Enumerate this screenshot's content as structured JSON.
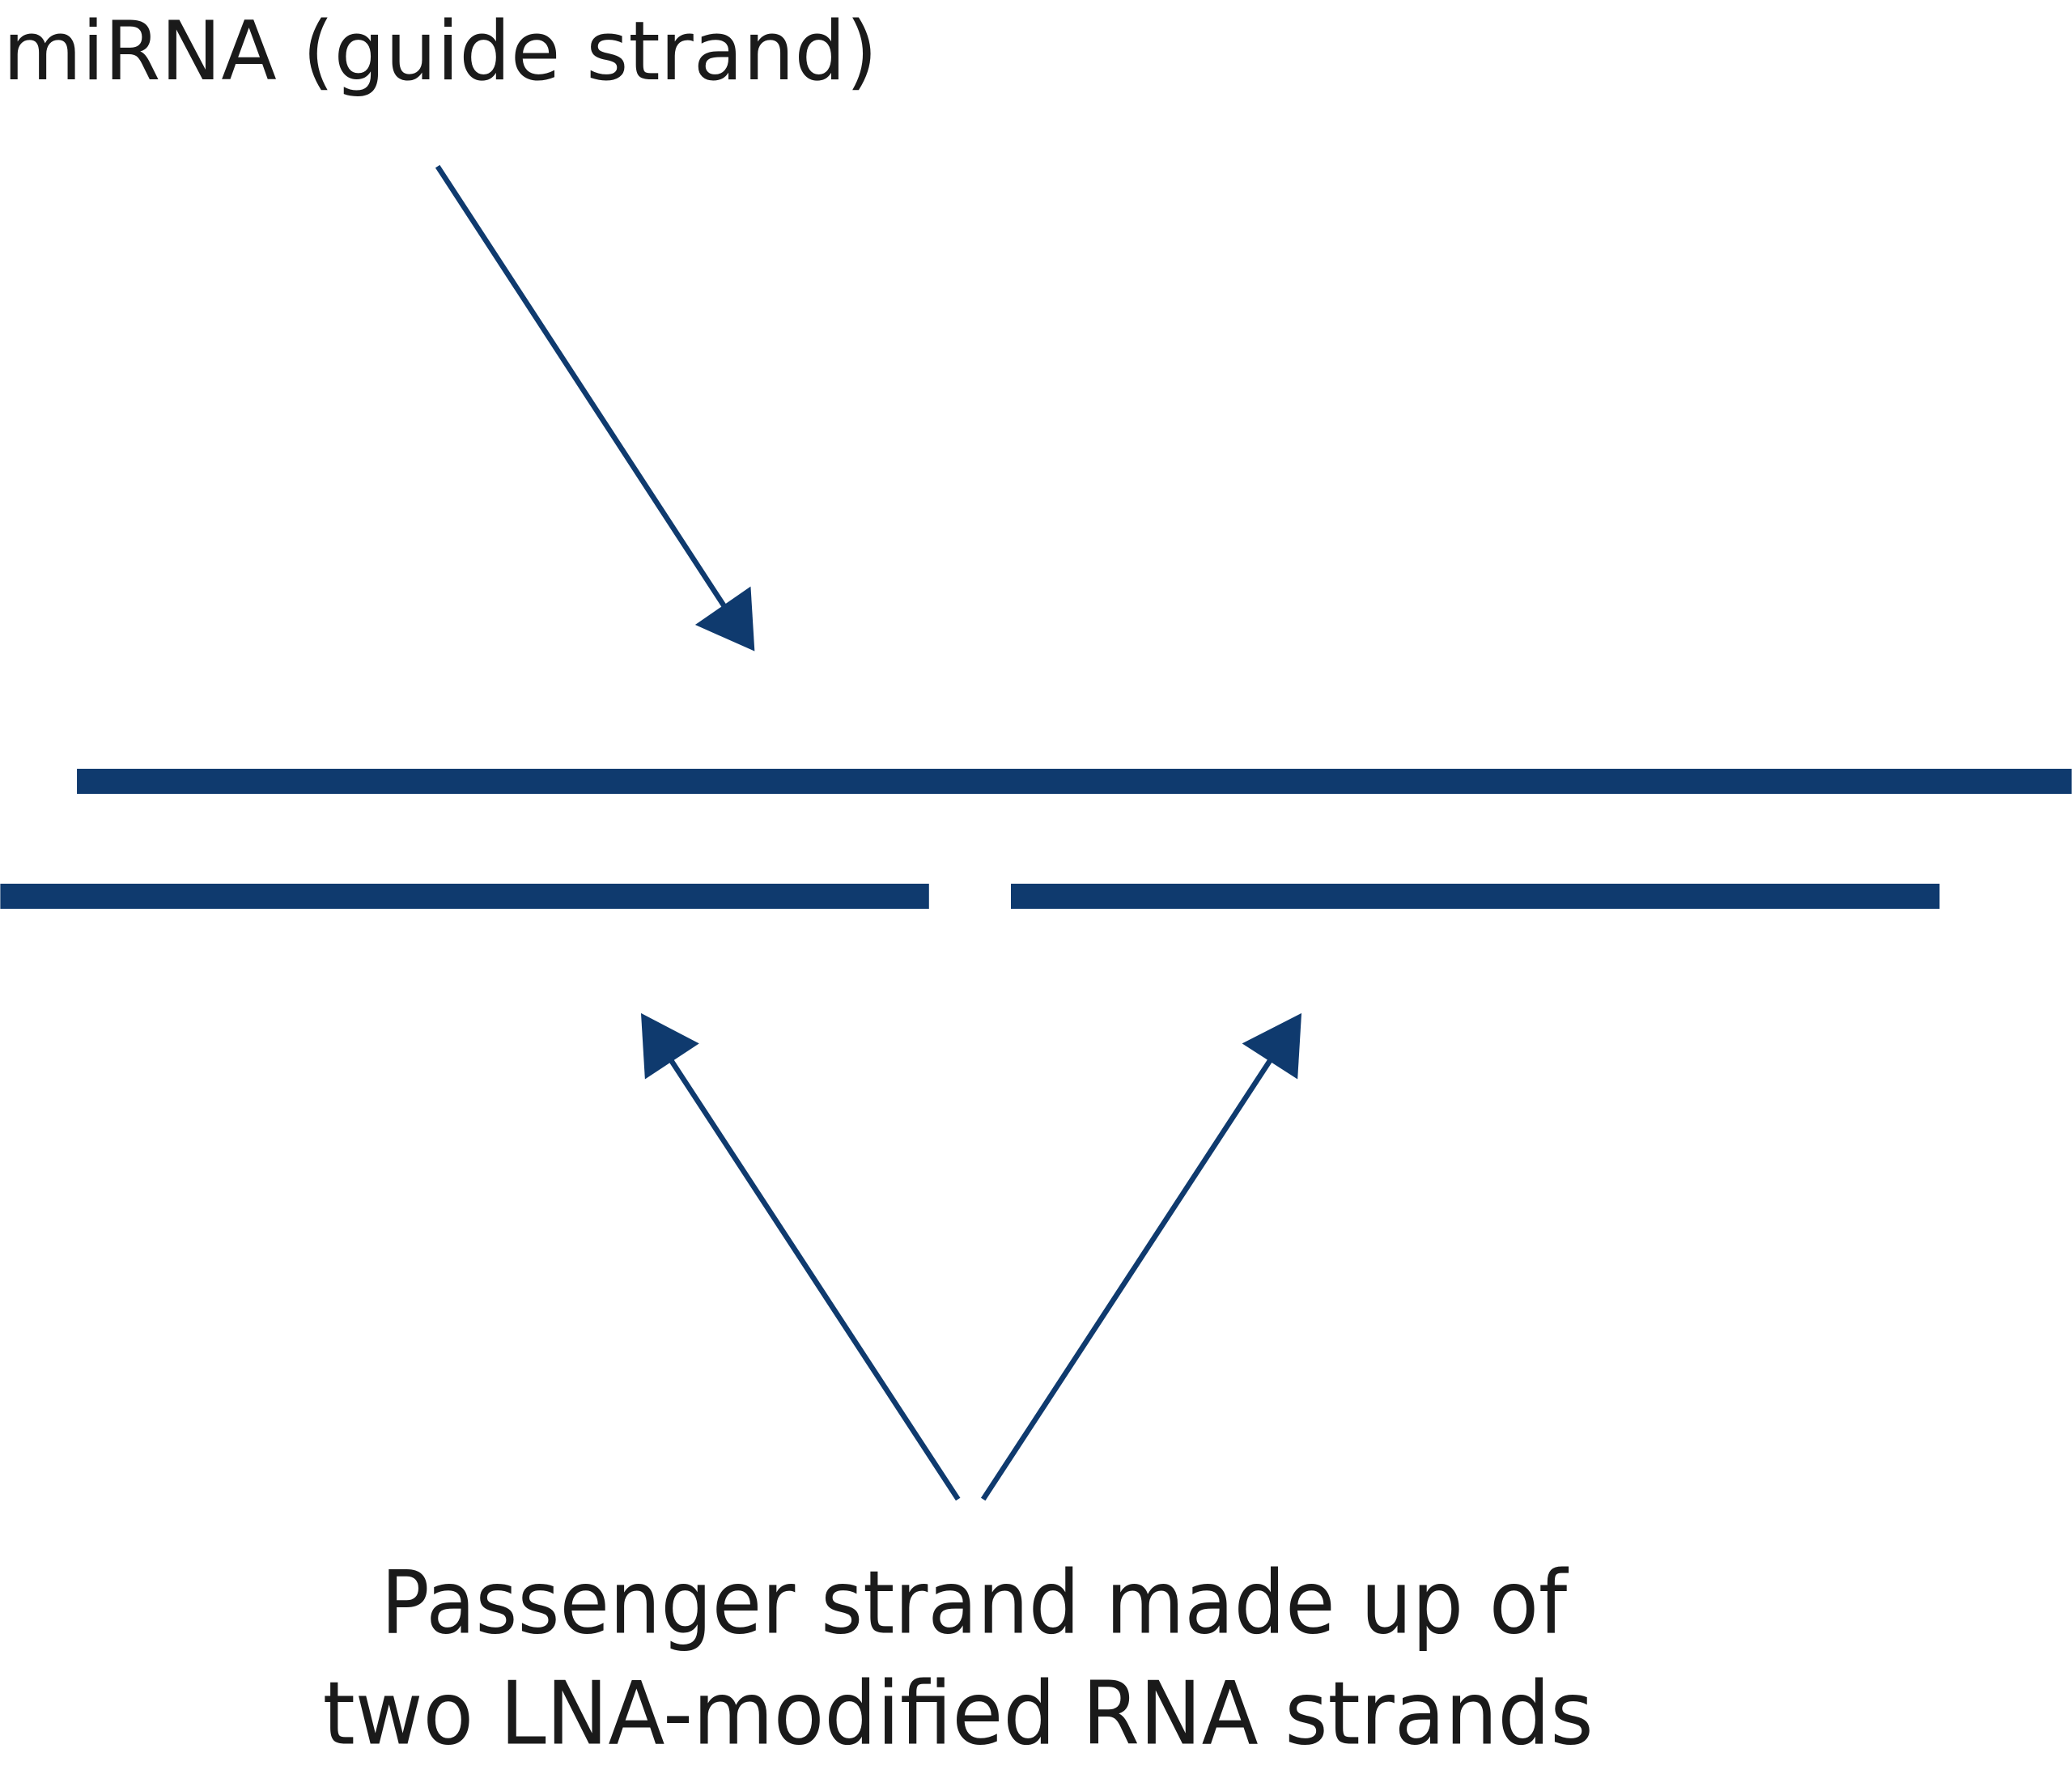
{
  "labels": {
    "guide_strand": "miRNA (guide strand)",
    "passenger_line1": "Passenger strand made up of",
    "passenger_line2": "two LNA-modified RNA strands"
  },
  "colors": {
    "strand": "#0f3a6e",
    "text": "#1a1a1a"
  }
}
